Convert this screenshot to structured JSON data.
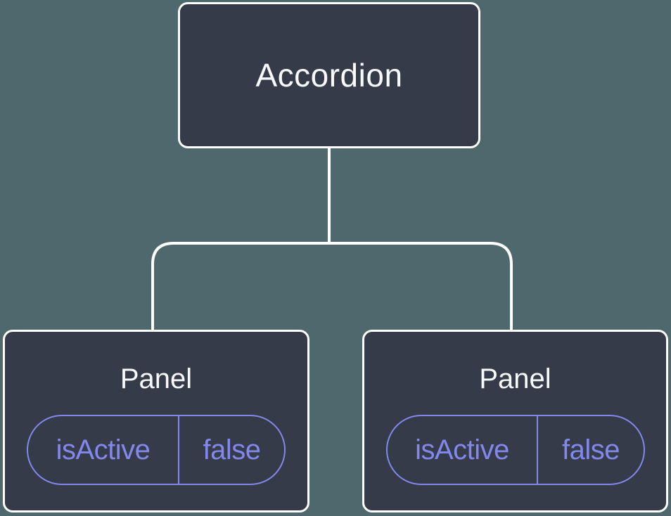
{
  "tree": {
    "root": {
      "label": "Accordion"
    },
    "children": [
      {
        "label": "Panel",
        "state": {
          "key": "isActive",
          "value": "false"
        }
      },
      {
        "label": "Panel",
        "state": {
          "key": "isActive",
          "value": "false"
        }
      }
    ]
  },
  "colors": {
    "background": "#4F686D",
    "node_fill": "#353B48",
    "node_border": "#FFFFFF",
    "connector": "#FFFFFF",
    "state_accent": "#8288EC",
    "label_text": "#F8F9FB"
  }
}
